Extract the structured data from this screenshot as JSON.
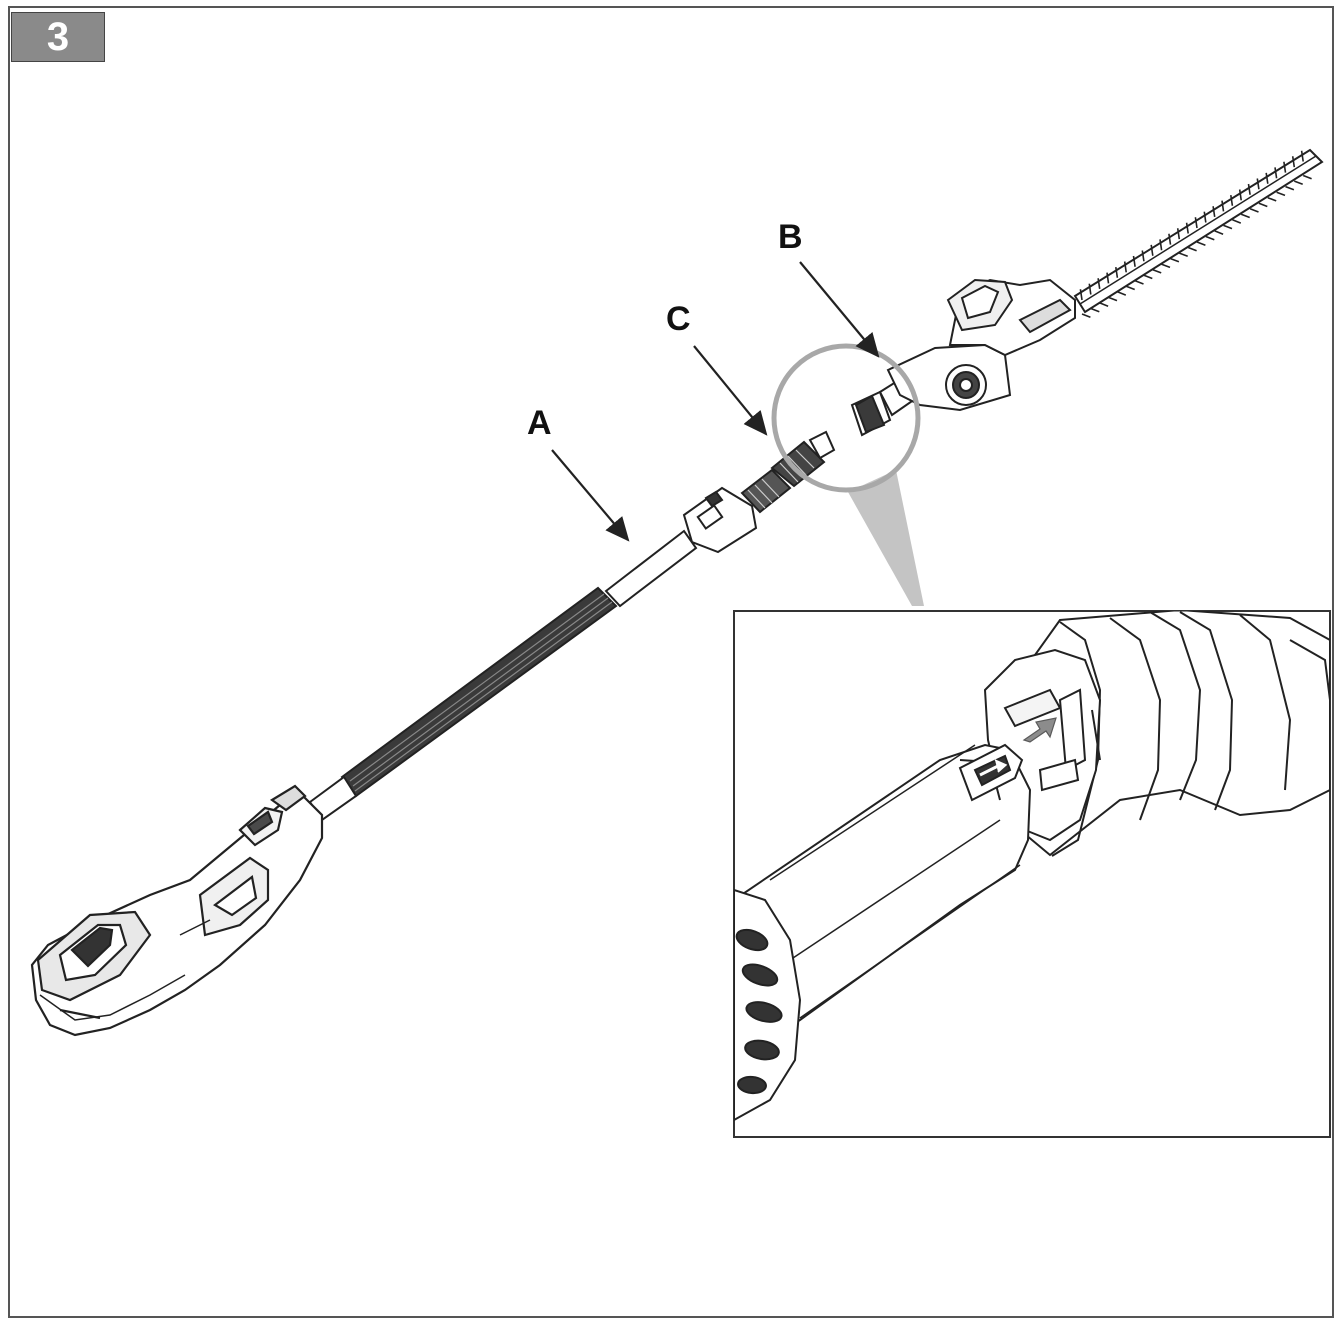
{
  "figure": {
    "step_number": "3",
    "callouts": {
      "a": "A",
      "b": "B",
      "c": "C"
    },
    "colors": {
      "line": "#222222",
      "fill": "#ffffff",
      "shade": "#bdbdbd",
      "dark": "#333333",
      "arrow": "#8c8c8c",
      "badge": "#8a8a8a"
    },
    "icons": [
      "detail-magnifier-icon",
      "direction-arrow-icon"
    ]
  }
}
